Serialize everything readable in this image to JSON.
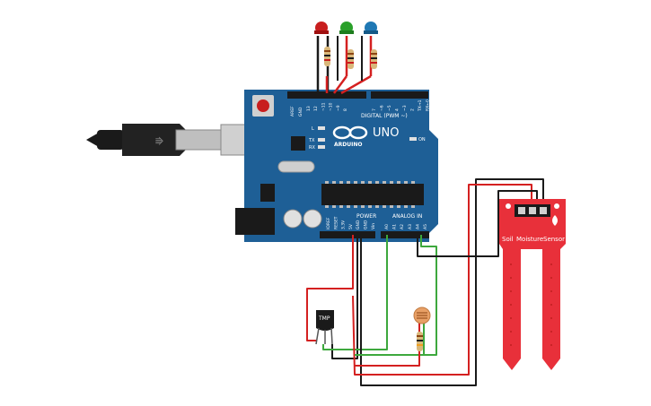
{
  "board": {
    "name": "UNO",
    "brand": "ARDUINO",
    "aref": "AREF",
    "gnd_top": "GND",
    "digital_label": "DIGITAL (PWM ~)",
    "digital_pins": [
      "13",
      "12",
      "~11",
      "~10",
      "~9",
      "8",
      "7",
      "~6",
      "~5",
      "4",
      "~3",
      "2",
      "TX→1",
      "RX←0"
    ],
    "on_label": "ON",
    "l_label": "L",
    "tx_label": "TX",
    "rx_label": "RX",
    "power_label": "POWER",
    "analog_label": "ANALOG IN",
    "power_pins": [
      "IOREF",
      "RESET",
      "3.3V",
      "5V",
      "GND",
      "GND",
      "Vin"
    ],
    "analog_pins": [
      "A0",
      "A1",
      "A2",
      "A3",
      "A4",
      "A5"
    ]
  },
  "sensor": {
    "line1": "Soil",
    "line2": "Moisture",
    "line3": "Sensor"
  },
  "tmp": {
    "label": "TMP"
  },
  "leds": [
    {
      "color": "red"
    },
    {
      "color": "green"
    },
    {
      "color": "blue"
    }
  ],
  "colors": {
    "board": "#1e5f96",
    "sensor": "#e8303a",
    "wire_red": "#d42020",
    "wire_black": "#1a1a1a",
    "wire_green": "#3da83d",
    "led_red": "#c81e1e",
    "led_green": "#2aa02a",
    "led_blue": "#1f78b4"
  }
}
